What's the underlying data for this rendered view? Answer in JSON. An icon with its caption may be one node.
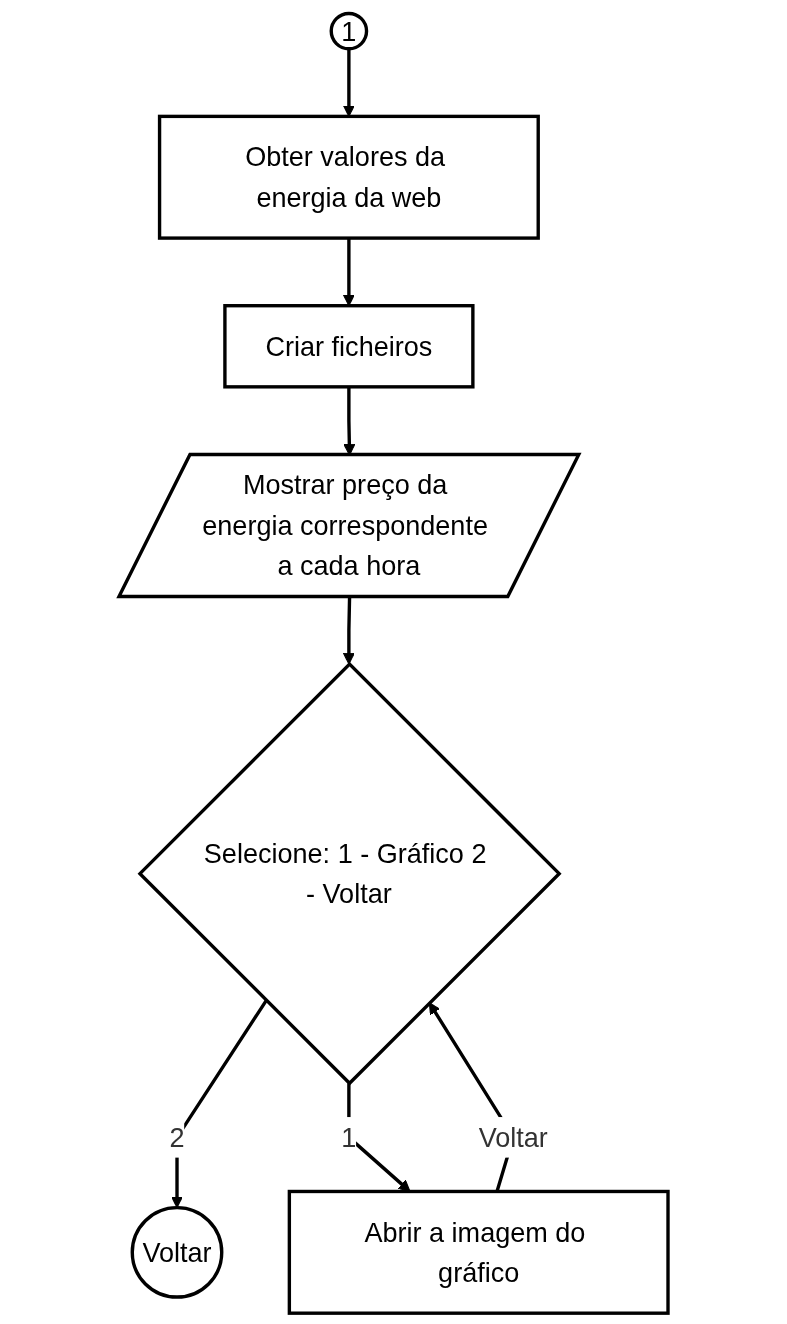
{
  "diagram": {
    "nodes": [
      {
        "text": [
          "1"
        ]
      },
      {
        "text": [
          "Obter valores da energia da web"
        ]
      },
      {
        "text": [
          "Criar ficheiros"
        ]
      },
      {
        "text": [
          "Mostrar preço da energia correspondente a cada hora"
        ]
      },
      {
        "text": [
          "Selecione: 1 - Gráfico 2 - Voltar"
        ]
      },
      {
        "text": [
          "Abrir a imagem do gráfico"
        ]
      },
      {
        "text": [
          "Voltar"
        ]
      }
    ],
    "edges": [
      {
        "from": 0,
        "to": 1,
        "arrow": "to"
      },
      {
        "from": 1,
        "to": 2,
        "arrow": "to"
      },
      {
        "from": 2,
        "to": 3,
        "arrow": "to"
      },
      {
        "from": 3,
        "to": 4,
        "arrow": "to"
      },
      {
        "from": 4,
        "to": 6,
        "arrow": "to",
        "label": "2"
      },
      {
        "from": 4,
        "to": 5,
        "arrow": "to",
        "label": "1"
      },
      {
        "from": 5,
        "to": 4,
        "arrow": "to",
        "label": "Voltar"
      }
    ]
  }
}
